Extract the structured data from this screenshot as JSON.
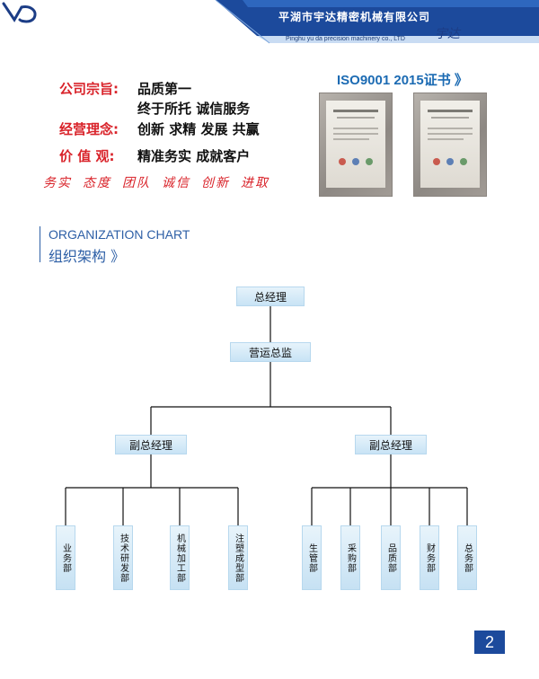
{
  "header": {
    "company_cn": "平湖市宇达精密机械有限公司",
    "company_en": "Pinghu yu da precision machinery co., LTD",
    "logo_text": "宇达",
    "colors": {
      "banner": "#1c4a9c",
      "accent": "#3a7bd5"
    }
  },
  "principles": {
    "purpose_label": "公司宗旨:",
    "purpose_line1": "品质第一",
    "purpose_line2": "终于所托  诚信服务",
    "idea_label": "经营理念:",
    "idea_value": "创新 求精 发展 共赢",
    "value_label": "价 值 观:",
    "value_value": "精准务实    成就客户",
    "slogan": [
      "务实",
      "态度",
      "团队",
      "诚信",
      "创新",
      "进取"
    ]
  },
  "iso": {
    "title": "ISO9001 2015证书 》"
  },
  "section": {
    "title_en": "ORGANIZATION CHART",
    "title_cn": "组织架构 》"
  },
  "org": {
    "ceo": "总经理",
    "coo": "营运总监",
    "vp_left": "副总经理",
    "vp_right": "副总经理",
    "left_depts": [
      "业务部",
      "技术研发部",
      "机械加工部",
      "注塑成型部"
    ],
    "right_depts": [
      "生管部",
      "采购部",
      "品质部",
      "财务部",
      "总务部"
    ]
  },
  "page": {
    "number": "2"
  }
}
